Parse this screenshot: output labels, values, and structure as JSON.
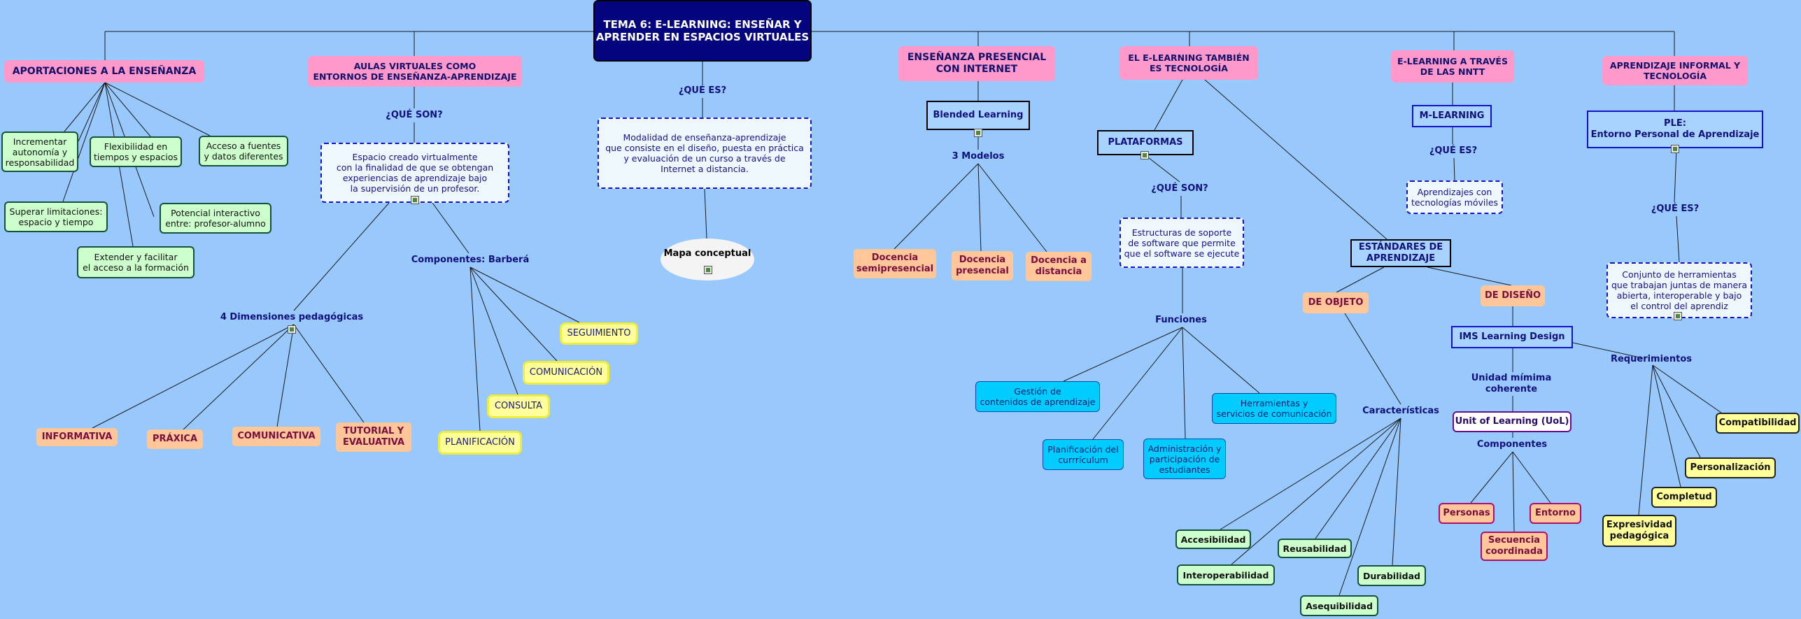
{
  "map": {
    "title": "TEMA 6: E-LEARNING: ENSEÑAR Y\nAPRENDER EN ESPACIOS VIRTUALES",
    "aportaciones": {
      "title": "APORTACIONES A LA ENSEÑANZA",
      "items": [
        "Incrementar\nautonomía y\nresponsabilidad",
        "Flexibilidad en\ntiempos y espacios",
        "Acceso a fuentes\ny datos diferentes",
        "Superar limitaciones:\nespacio y tiempo",
        "Potencial interactivo\nentre: profesor-alumno",
        "Extender y facilitar\nel acceso a la formación"
      ]
    },
    "aulas": {
      "title": "AULAS VIRTUALES COMO\nENTORNOS DE ENSEÑANZA-APRENDIZAJE",
      "question": "¿QUÉ SON?",
      "definition": "Espacio creado virtualmente\ncon la finalidad de que se obtengan\nexperiencias de aprendizaje bajo\nla supervisión de un profesor.",
      "dimensiones_label": "4 Dimensiones pedagógicas",
      "dimensiones": [
        "INFORMATIVA",
        "PRÁXICA",
        "COMUNICATIVA",
        "TUTORIAL Y\nEVALUATIVA"
      ],
      "componentes_label": "Componentes: Barberá",
      "componentes": [
        "SEGUIMIENTO",
        "COMUNICACIÓN",
        "CONSULTA",
        "PLANIFICACIÓN"
      ]
    },
    "que_es": {
      "question": "¿QUÉ ES?",
      "definition": "Modalidad de enseñanza-aprendizaje\nque consiste en el diseño, puesta en práctica\ny evaluación de un curso a través de\nInternet a distancia.",
      "mapa": "Mapa conceptual"
    },
    "presencial": {
      "title": "ENSEÑANZA PRESENCIAL\nCON INTERNET",
      "blended": "Blended Learning",
      "modelos_label": "3 Modelos",
      "modelos": [
        "Docencia\nsemipresencial",
        "Docencia\npresencial",
        "Docencia a\ndistancia"
      ]
    },
    "tecnologia": {
      "title": "EL E-LEARNING TAMBIÉN\nES TECNOLOGÍA",
      "plataformas": "PLATAFORMAS",
      "question": "¿QUÉ SON?",
      "definition": "Estructuras de soporte\nde software que permite\nque el software se ejecute",
      "funciones_label": "Funciones",
      "funciones": [
        "Gestión de\ncontenidos de aprendizaje",
        "Herramientas y\nservicios de comunicación",
        "Planificación del\ncurrrículum",
        "Administración y\nparticipación de\nestudiantes"
      ],
      "estandares": "ESTÁNDARES DE\nAPRENDIZAJE",
      "de_objeto": "DE OBJETO",
      "de_diseno": "DE DISEÑO",
      "caracteristicas_label": "Características",
      "caracteristicas": [
        "Accesibilidad",
        "Reusabilidad",
        "Interoperabilidad",
        "Durabilidad",
        "Asequibilidad"
      ],
      "ims": "IMS Learning Design",
      "unidad_label": "Unidad mímima\ncoherente",
      "uol": "Unit of Learning (UoL)",
      "componentes_label": "Componentes",
      "componentes": [
        "Personas",
        "Entorno",
        "Secuencia\ncoordinada"
      ],
      "requerimientos_label": "Requerimientos",
      "requerimientos": [
        "Compatibilidad",
        "Personalización",
        "Completud",
        "Expresividad\npedagógica"
      ]
    },
    "nntt": {
      "title": "E-LEARNING A TRAVÉS\nDE LAS NNTT",
      "mlearning": "M-LEARNING",
      "question": "¿QUÉ ES?",
      "definition": "Aprendizajes con\ntecnologías móviles"
    },
    "informal": {
      "title": "APRENDIZAJE INFORMAL Y\nTECNOLOGÍA",
      "ple": "PLE:\nEntorno Personal de Aprendizaje",
      "question": "¿QUÉ ES?",
      "definition": "Conjunto de herramientas\nque trabajan juntas de manera\nabierta, interoperable y bajo\nel control del aprendiz"
    }
  }
}
